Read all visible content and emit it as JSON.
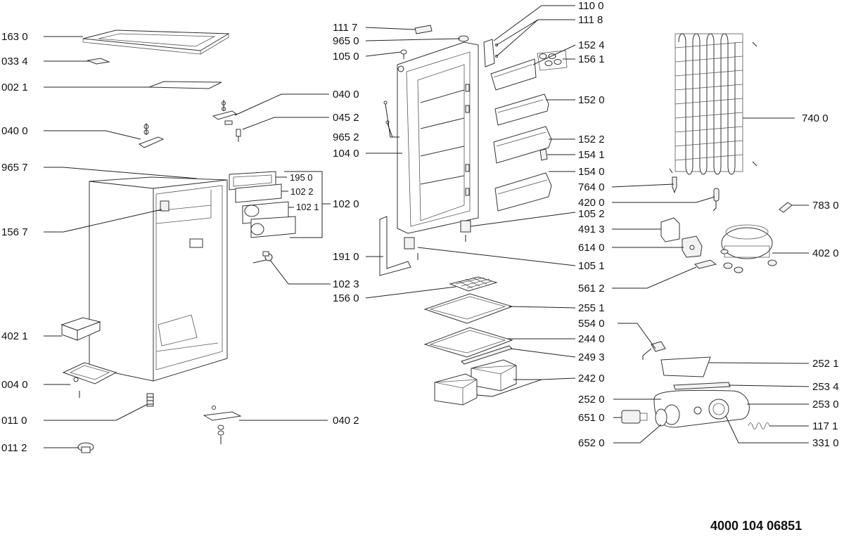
{
  "document_number": "4000 104 06851",
  "labels": {
    "l_163_0": "163 0",
    "l_033_4": "033 4",
    "l_002_1": "002 1",
    "l_040_0a": "040 0",
    "l_965_7": "965 7",
    "l_156_7": "156 7",
    "l_402_1": "402 1",
    "l_004_0": "004 0",
    "l_011_0": "011 0",
    "l_011_2": "011 2",
    "l_040_0b": "040 0",
    "l_045_2": "045 2",
    "l_965_2": "965 2",
    "l_104_0": "104 0",
    "l_195_0": "195 0",
    "l_102_2": "102 2",
    "l_102_1": "102 1",
    "l_102_0": "102 0",
    "l_191_0": "191 0",
    "l_102_3": "102 3",
    "l_156_0": "156 0",
    "l_040_2": "040 2",
    "l_111_7": "111 7",
    "l_965_0": "965 0",
    "l_105_0": "105 0",
    "l_110_0": "110 0",
    "l_111_8": "111 8",
    "l_152_4": "152 4",
    "l_156_1": "156 1",
    "l_152_0": "152 0",
    "l_152_2": "152 2",
    "l_154_1": "154 1",
    "l_154_0": "154 0",
    "l_764_0": "764 0",
    "l_420_0": "420 0",
    "l_105_2": "105 2",
    "l_491_3": "491 3",
    "l_614_0": "614 0",
    "l_105_1": "105 1",
    "l_561_2": "561 2",
    "l_740_0": "740 0",
    "l_783_0": "783 0",
    "l_402_0": "402 0",
    "l_255_1": "255 1",
    "l_244_0": "244 0",
    "l_249_3": "249 3",
    "l_242_0": "242 0",
    "l_554_0": "554 0",
    "l_252_1": "252 1",
    "l_253_4": "253 4",
    "l_252_0": "252 0",
    "l_253_0": "253 0",
    "l_651_0": "651 0",
    "l_117_1": "117 1",
    "l_652_0": "652 0",
    "l_331_0": "331 0"
  }
}
